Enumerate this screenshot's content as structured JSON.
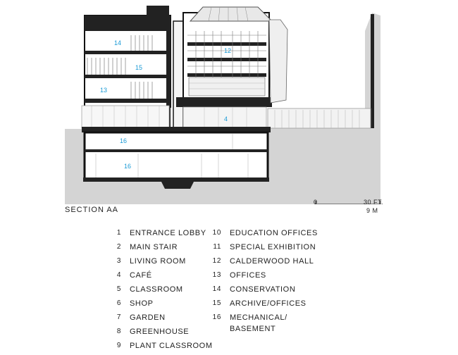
{
  "section_title": "SECTION AA",
  "scale": {
    "start": "0",
    "end_ft": "30 FT.",
    "end_m": "9 M"
  },
  "room_numbers": {
    "conservation": "14",
    "archive": "15",
    "offices": "13",
    "hall": "12",
    "cafe": "4",
    "mech_upper": "16",
    "mech_lower": "16"
  },
  "legend_left": [
    {
      "num": "1",
      "label": "ENTRANCE LOBBY"
    },
    {
      "num": "2",
      "label": "MAIN STAIR"
    },
    {
      "num": "3",
      "label": "LIVING ROOM"
    },
    {
      "num": "4",
      "label": "CAFÉ"
    },
    {
      "num": "5",
      "label": "CLASSROOM"
    },
    {
      "num": "6",
      "label": "SHOP"
    },
    {
      "num": "7",
      "label": "GARDEN"
    },
    {
      "num": "8",
      "label": "GREENHOUSE"
    },
    {
      "num": "9",
      "label": "PLANT CLASSROOM"
    }
  ],
  "legend_right": [
    {
      "num": "10",
      "label": "EDUCATION OFFICES"
    },
    {
      "num": "11",
      "label": "SPECIAL EXHIBITION"
    },
    {
      "num": "12",
      "label": "CALDERWOOD HALL"
    },
    {
      "num": "13",
      "label": "OFFICES"
    },
    {
      "num": "14",
      "label": "CONSERVATION"
    },
    {
      "num": "15",
      "label": "ARCHIVE/OFFICES"
    },
    {
      "num": "16",
      "label": "MECHANICAL/",
      "continuation": "BASEMENT"
    }
  ]
}
